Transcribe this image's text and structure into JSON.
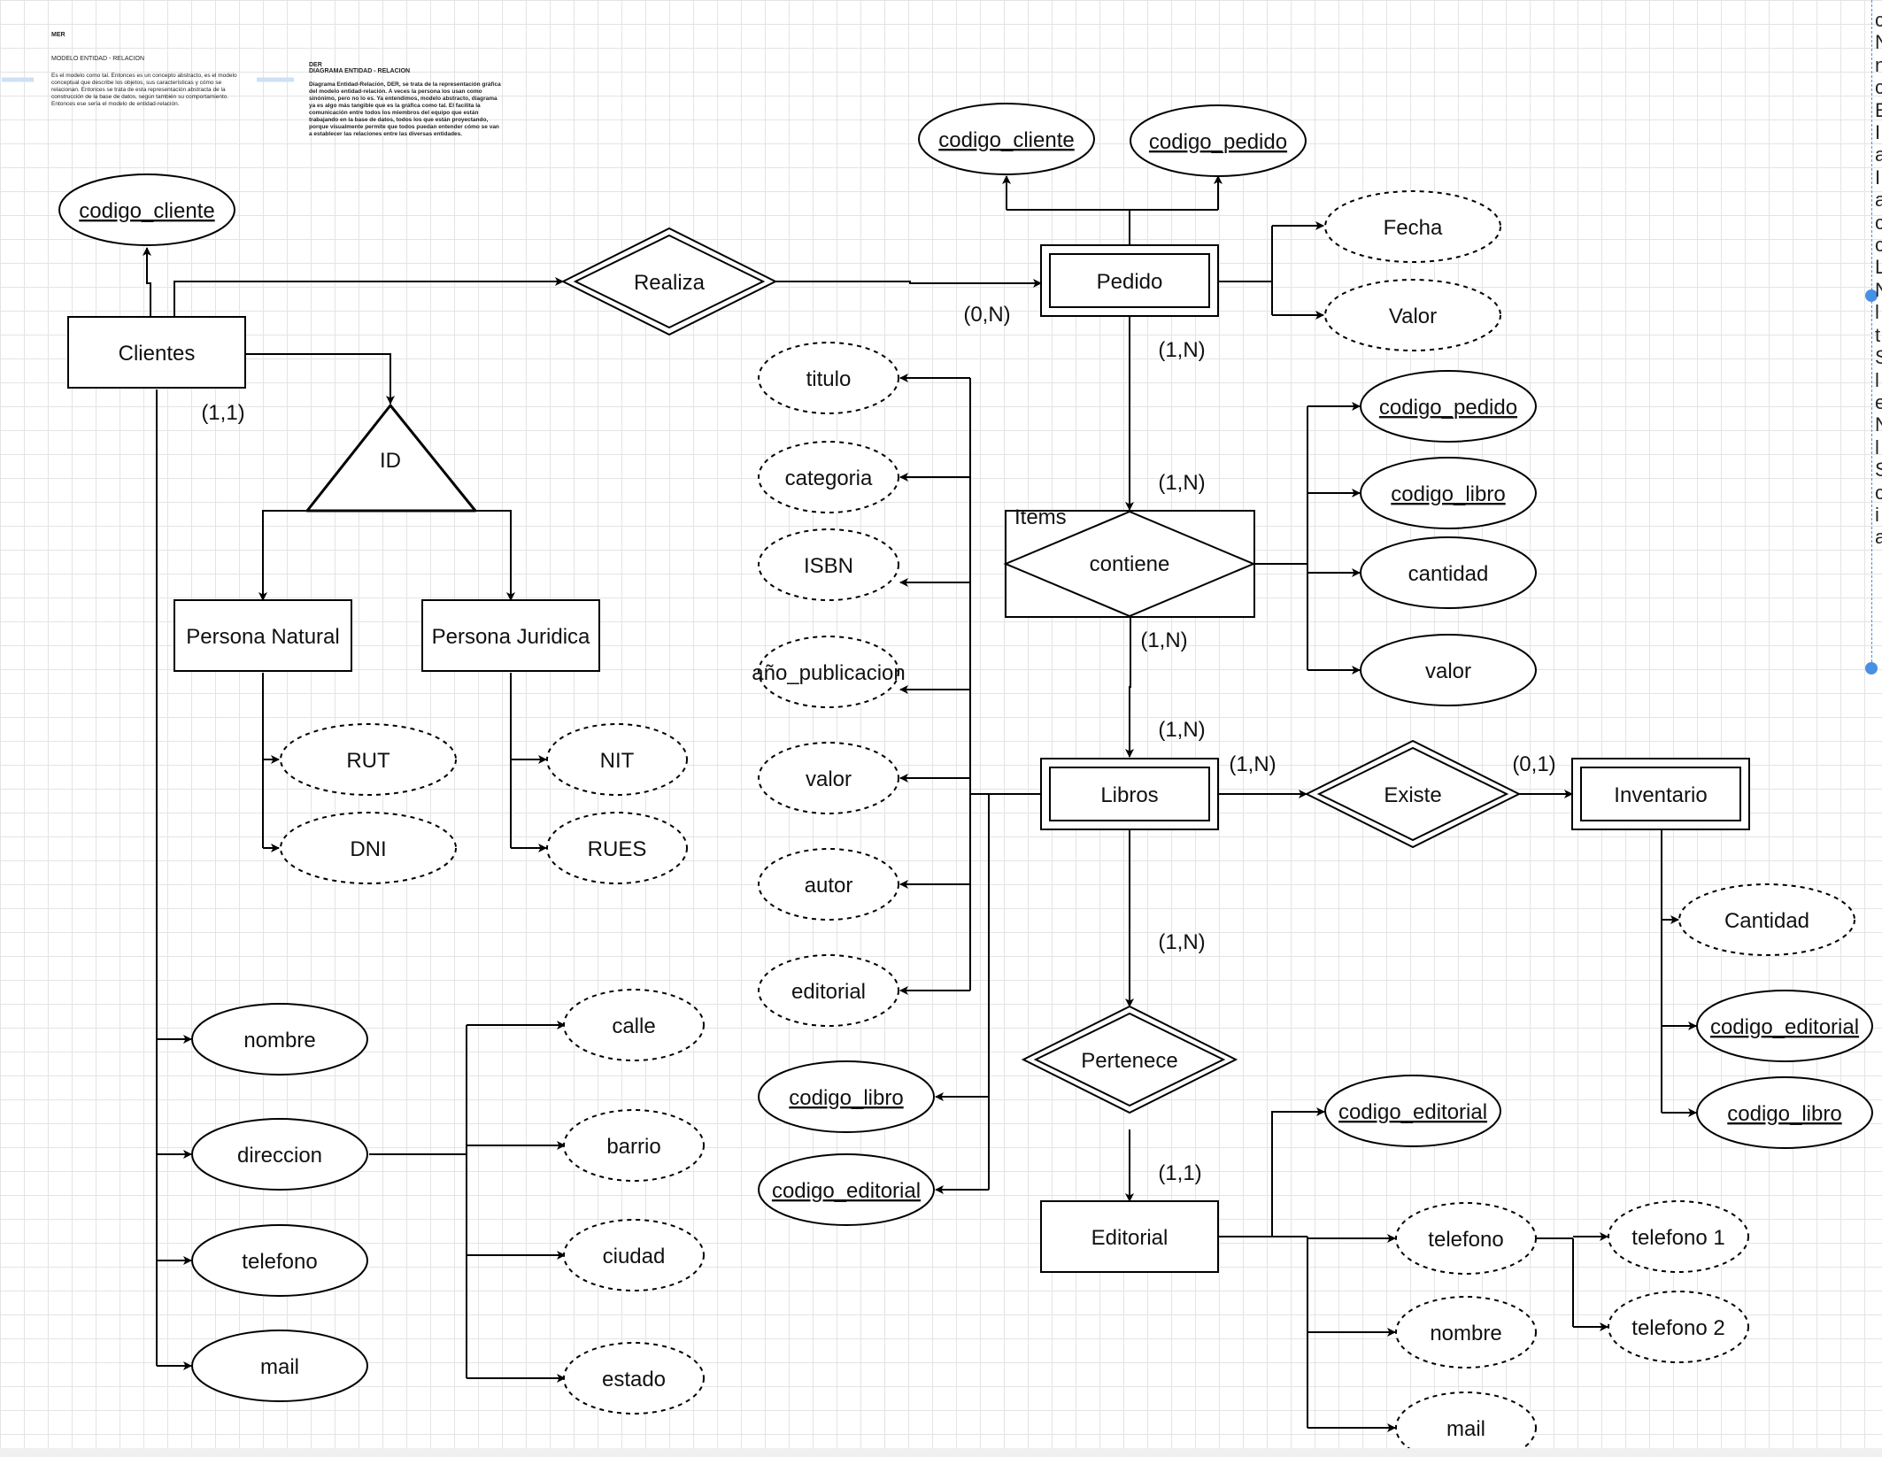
{
  "notes": {
    "mer": {
      "label": "MER",
      "title": "MODELO ENTIDAD - RELACION",
      "body": "Es el modelo como tal. Entonces es un concepto abstracto, es el modelo conceptual que describe los objetos, sus características y cómo se relacionan. Entonces se trata de esta representación abstracta de la construcción de la base de datos, según también su comportamiento. Entonces ese sería el modelo de entidad-relación."
    },
    "der": {
      "label": "DER",
      "title": "DIAGRAMA ENTIDAD - RELACION",
      "body": "Diagrama Entidad-Relación, DER, se trata de la representación gráfica del modelo entidad-relación. A veces la persona los usan como sinónimo, pero no lo es. Ya entendimos, modelo abstracto, diagrama ya es algo más tangible que es la gráfica como tal. El facilita la comunicación entre todos los miembros del equipo que están trabajando en la base de datos, todos los que están proyectando, porque visualmente permite que todos puedan entender cómo se van a establecer las relaciones entre las diversas entidades."
    }
  },
  "entities": {
    "clientes": "Clientes",
    "persona_natural": "Persona Natural",
    "persona_juridica": "Persona Juridica",
    "pedido": "Pedido",
    "items": "Items",
    "libros": "Libros",
    "inventario": "Inventario",
    "editorial": "Editorial"
  },
  "relationships": {
    "realiza": "Realiza",
    "contiene": "contiene",
    "existe": "Existe",
    "pertenece": "Pertenece",
    "id": "ID"
  },
  "attributes": {
    "clientes_key": "codigo_cliente",
    "clientes_nombre": "nombre",
    "clientes_direccion": "direccion",
    "clientes_telefono": "telefono",
    "clientes_mail": "mail",
    "dir_calle": "calle",
    "dir_barrio": "barrio",
    "dir_ciudad": "ciudad",
    "dir_estado": "estado",
    "pn_rut": "RUT",
    "pn_dni": "DNI",
    "pj_nit": "NIT",
    "pj_rues": "RUES",
    "pedido_key_cliente": "codigo_cliente",
    "pedido_key_pedido": "codigo_pedido",
    "pedido_fecha": "Fecha",
    "pedido_valor": "Valor",
    "items_codigo_pedido": "codigo_pedido",
    "items_codigo_libro": "codigo_libro",
    "items_cantidad": "cantidad",
    "items_valor": "valor",
    "libro_titulo": "titulo",
    "libro_categoria": "categoria",
    "libro_isbn": "ISBN",
    "libro_anio": "año_publicacion",
    "libro_valor": "valor",
    "libro_autor": "autor",
    "libro_editorial": "editorial",
    "libro_codigo_libro": "codigo_libro",
    "libro_codigo_editorial": "codigo_editorial",
    "inv_cantidad": "Cantidad",
    "inv_codigo_editorial": "codigo_editorial",
    "inv_codigo_libro": "codigo_libro",
    "ed_codigo_editorial": "codigo_editorial",
    "ed_telefono": "telefono",
    "ed_nombre": "nombre",
    "ed_mail": "mail",
    "tel1": "telefono 1",
    "tel2": "telefono 2"
  },
  "cardinalities": {
    "c11_clientes": "(1,1)",
    "c0n_pedido": "(0,N)",
    "c1n_pedido_items": "(1,N)",
    "c1n_items_top": "(1,N)",
    "c1n_items_bottom": "(1,N)",
    "c1n_libros_top": "(1,N)",
    "c1n_libros_right": "(1,N)",
    "c01_inventario": "(0,1)",
    "c1n_libros_pertenece": "(1,N)",
    "c11_editorial": "(1,1)"
  },
  "side_panel_glyphs": [
    "c",
    "N",
    "n",
    "c",
    "E",
    "I",
    "a",
    "I",
    "a",
    "c",
    "c",
    "L",
    "N",
    "l",
    "t",
    "S",
    "l",
    "e",
    "N",
    "l",
    "S",
    "c",
    "i",
    "a"
  ]
}
